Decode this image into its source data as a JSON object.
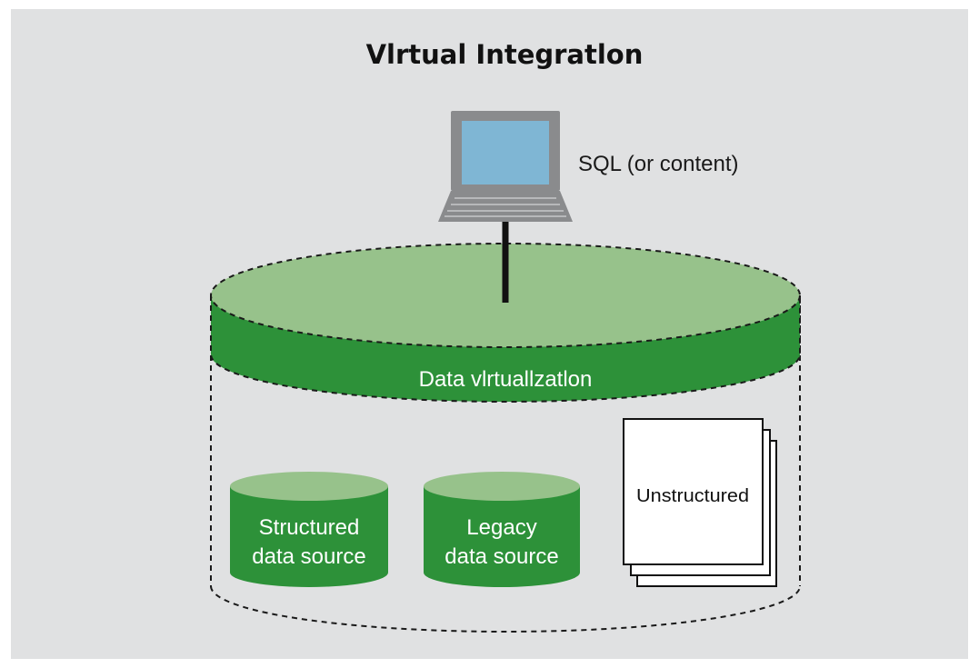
{
  "title": "Vlrtual Integratlon",
  "client": {
    "icon": "laptop-icon",
    "label": "SQL (or content)"
  },
  "layer": {
    "label": "Data vlrtuallzatlon"
  },
  "sources": [
    {
      "icon": "database-cylinder-icon",
      "line1": "Structured",
      "line2": "data source"
    },
    {
      "icon": "database-cylinder-icon",
      "line1": "Legacy",
      "line2": "data source"
    },
    {
      "icon": "document-stack-icon",
      "label": "Unstructured"
    }
  ],
  "colors": {
    "background": "#e0e1e2",
    "dark_green": "#2d9139",
    "light_green": "#97c28b",
    "screen_blue": "#7fb6d4",
    "laptop_gray": "#8a8b8d"
  }
}
